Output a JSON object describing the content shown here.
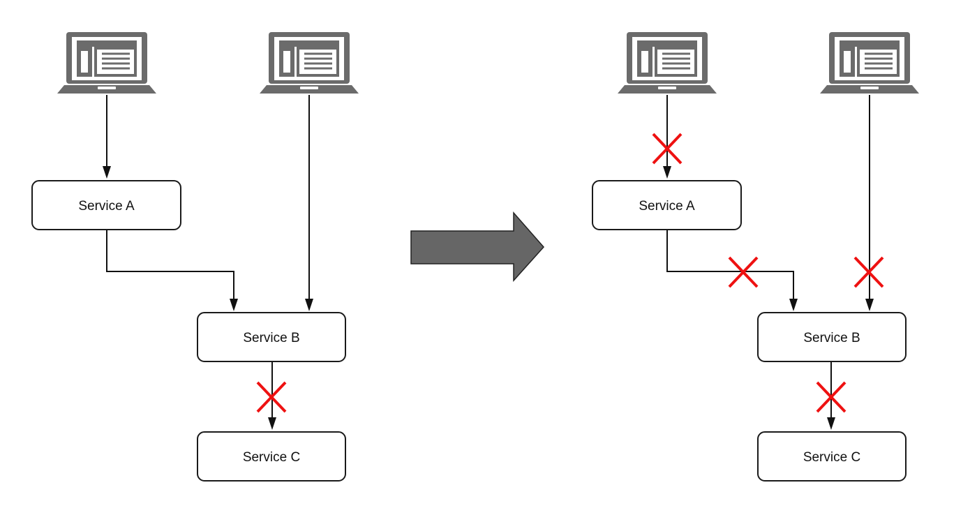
{
  "panels": {
    "before": {
      "services": {
        "a": "Service A",
        "b": "Service B",
        "c": "Service C"
      }
    },
    "after": {
      "services": {
        "a": "Service A",
        "b": "Service B",
        "c": "Service C"
      }
    }
  },
  "colors": {
    "failure_mark": "#ee1111",
    "client_icon": "#6b6b6b",
    "transition_arrow": "#666666",
    "edge": "#111111"
  },
  "icons": {
    "client": "laptop-icon",
    "failure": "cross-icon",
    "transition": "right-arrow-icon"
  }
}
